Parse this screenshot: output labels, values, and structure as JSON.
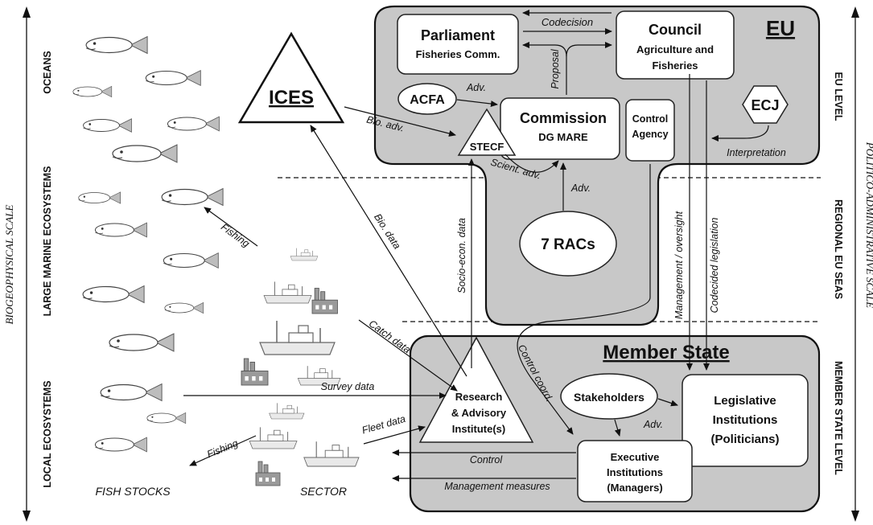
{
  "scale_labels": {
    "left_axis": "BIOGEOPHYSICAL SCALE",
    "right_axis": "POLITICO-ADMINISTRATIVE SCALE",
    "left_levels": [
      "OCEANS",
      "LARGE MARINE ECOSYSTEMS",
      "LOCAL ECOSYSTEMS"
    ],
    "right_levels": [
      "EU LEVEL",
      "REGIONAL EU SEAS",
      "MEMBER STATE LEVEL"
    ]
  },
  "bottom_labels": {
    "fish": "FISH STOCKS",
    "sector": "SECTOR"
  },
  "eu": {
    "title": "EU",
    "parliament": {
      "name": "Parliament",
      "sub": "Fisheries Comm."
    },
    "council": {
      "name": "Council",
      "sub1": "Agriculture and",
      "sub2": "Fisheries"
    },
    "commission": {
      "name": "Commission",
      "sub": "DG MARE"
    },
    "acfa": "ACFA",
    "stecf": "STECF",
    "control_agency": {
      "line1": "Control",
      "line2": "Agency"
    },
    "ecj": "ECJ",
    "racs": "7 RACs"
  },
  "ices": "ICES",
  "member_state": {
    "title": "Member State",
    "research": {
      "line1": "Research",
      "line2": "& Advisory",
      "line3": "Institute(s)"
    },
    "stakeholders": "Stakeholders",
    "legislative": {
      "line1": "Legislative",
      "line2": "Institutions",
      "line3": "(Politicians)"
    },
    "executive": {
      "line1": "Executive",
      "line2": "Institutions",
      "line3": "(Managers)"
    }
  },
  "flow_labels": {
    "codecision": "Codecision",
    "proposal": "Proposal",
    "adv_acfa": "Adv.",
    "bio_adv": "Bio. adv.",
    "scient_adv": "Scient. adv.",
    "adv_racs": "Adv.",
    "interpretation": "Interpretation",
    "bio_data": "Bio. data",
    "socio_econ_data": "Socio-econ. data",
    "management_oversight": "Management / oversight",
    "codecided_legislation": "Codecided legislation",
    "fishing_upper": "Fishing",
    "fishing_lower": "Fishing",
    "catch_data": "Catch data",
    "survey_data": "Survey data",
    "fleet_data": "Fleet data",
    "control_coord": "Control coord.",
    "adv_stakeholders": "Adv.",
    "control": "Control",
    "management_measures": "Management measures"
  }
}
